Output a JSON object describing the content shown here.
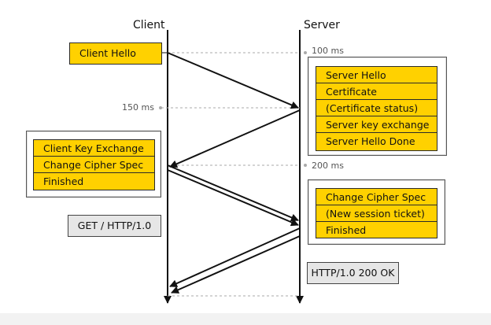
{
  "lanes": {
    "client": "Client",
    "server": "Server"
  },
  "client_hello": "Client Hello",
  "server_group": [
    "Server Hello",
    "Certificate",
    "(Certificate status)",
    "Server key exchange",
    "Server Hello Done"
  ],
  "client_group": [
    "Client Key Exchange",
    "Change Cipher Spec",
    "Finished"
  ],
  "server_group2": [
    "Change Cipher Spec",
    "(New session ticket)",
    "Finished"
  ],
  "request": "GET / HTTP/1.0",
  "response": "HTTP/1.0 200 OK",
  "timings": {
    "t1": "100 ms",
    "t2": "150 ms",
    "t3": "200 ms"
  },
  "colors": {
    "message_fill": "#ffd100",
    "request_fill": "#e6e6e6",
    "line": "#111111",
    "dotted": "#aaaaaa"
  }
}
